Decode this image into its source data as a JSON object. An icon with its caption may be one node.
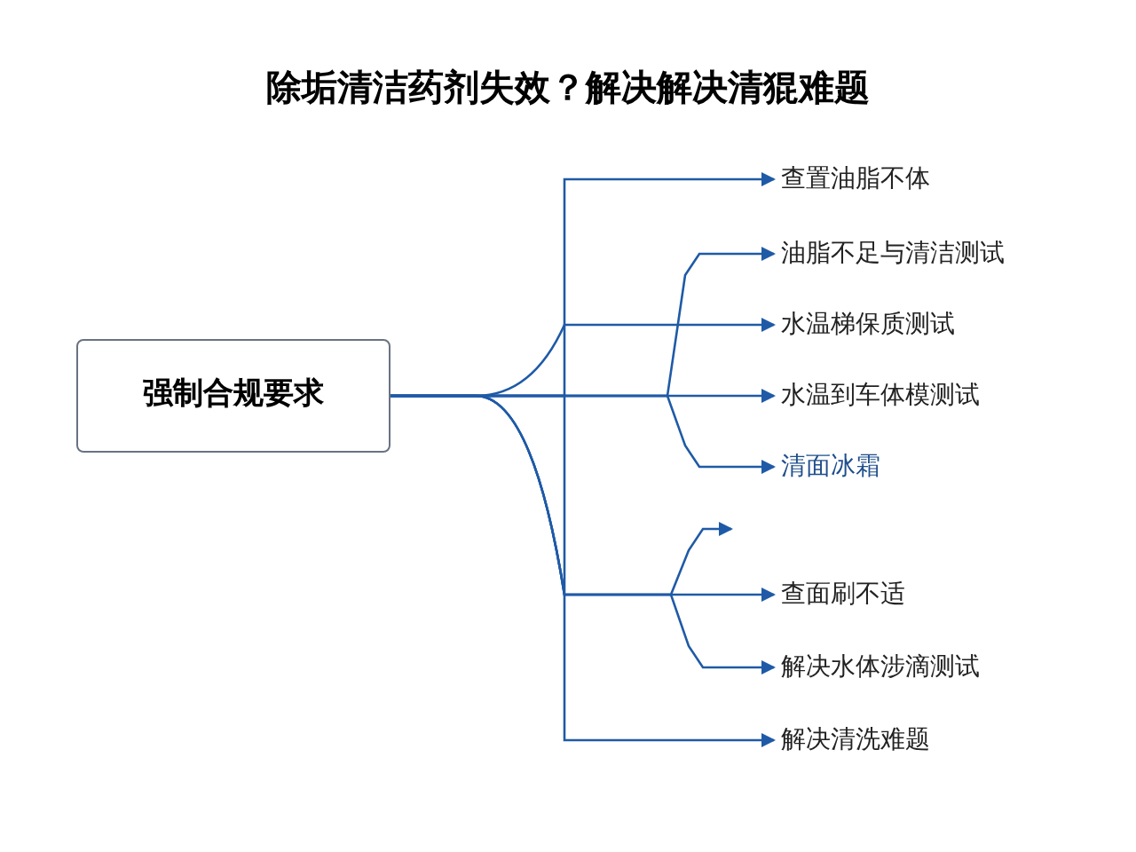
{
  "diagram": {
    "title": "除垢清洁药剂失效？解决解决清猑难题",
    "nodes": [
      {
        "text": [
          "强制合规要求"
        ]
      },
      {
        "text": [
          "查置油脂不体"
        ]
      },
      {
        "text": [
          "油脂不足与清洁测试"
        ]
      },
      {
        "text": [
          "水温梯保质测试"
        ]
      },
      {
        "text": [
          "水温到车体模测试"
        ]
      },
      {
        "text": [
          "清面冰霜"
        ]
      },
      {
        "text": [
          "查面刷不适"
        ]
      },
      {
        "text": [
          "解决水体涉滴测试"
        ]
      },
      {
        "text": [
          "解决清洗难题"
        ]
      }
    ],
    "edges": [
      {
        "from": 0,
        "to": 1,
        "arrow": "to"
      },
      {
        "from": 0,
        "to": 2,
        "arrow": "to"
      },
      {
        "from": 0,
        "to": 3,
        "arrow": "to"
      },
      {
        "from": 0,
        "to": 4,
        "arrow": "to"
      },
      {
        "from": 0,
        "to": 5,
        "arrow": "to"
      },
      {
        "from": 0,
        "to": null,
        "arrow": "to"
      },
      {
        "from": 0,
        "to": 6,
        "arrow": "to"
      },
      {
        "from": 0,
        "to": 7,
        "arrow": "to"
      },
      {
        "from": 0,
        "to": 8,
        "arrow": "to"
      }
    ]
  }
}
